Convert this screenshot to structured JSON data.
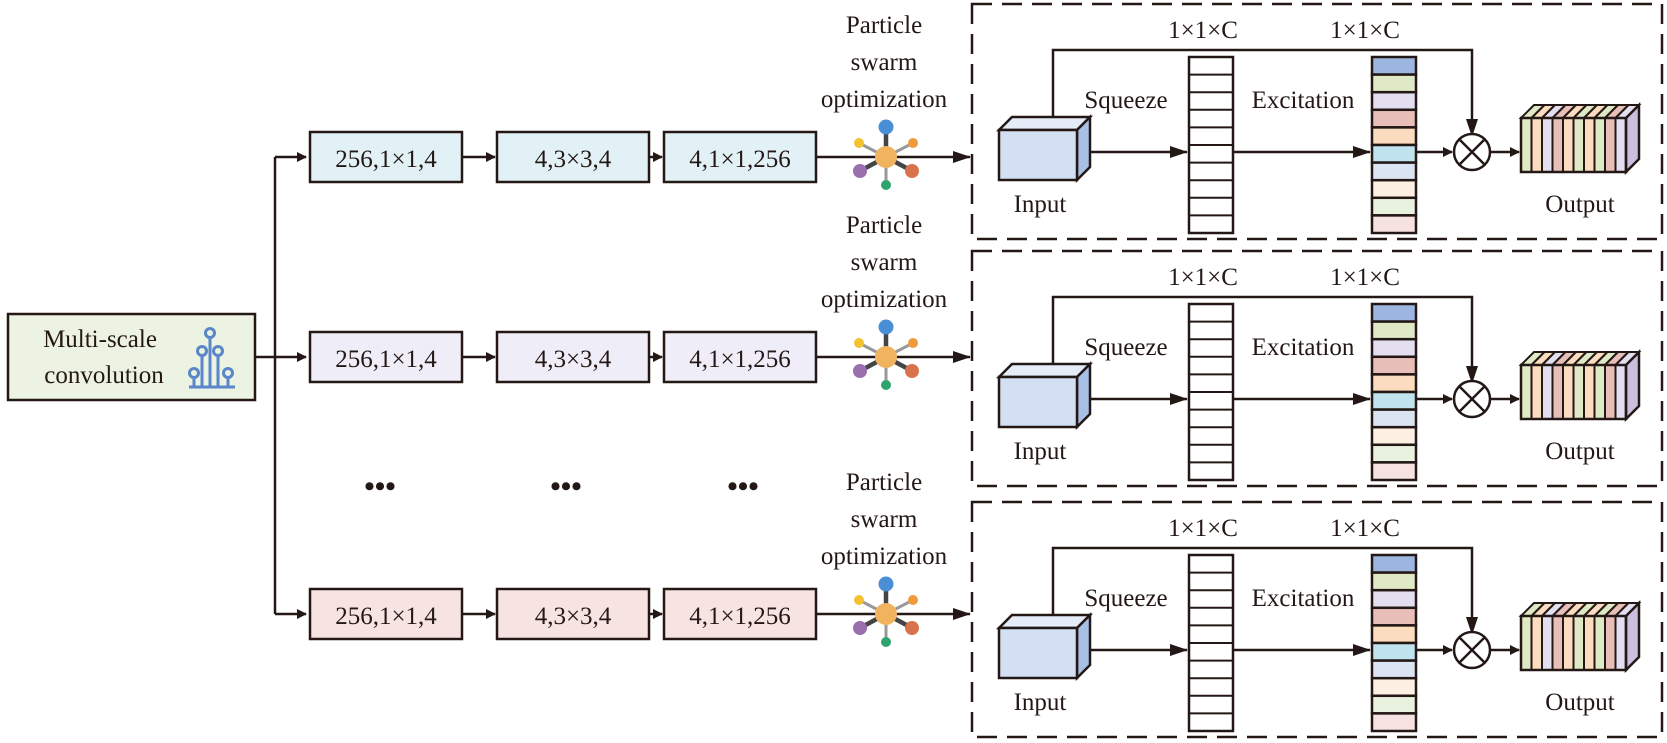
{
  "source": {
    "label_line1": "Multi-scale",
    "label_line2": "convolution",
    "icon": "circuit-nodes-icon",
    "fill": "#edf3e2"
  },
  "branches": [
    {
      "fill": "#e2f1f6",
      "layers": [
        "256,1×1,4",
        "4,3×3,4",
        "4,1×1,256"
      ],
      "pso_label": [
        "Particle",
        "swarm",
        "optimization"
      ]
    },
    {
      "fill": "#efedf7",
      "layers": [
        "256,1×1,4",
        "4,3×3,4",
        "4,1×1,256"
      ],
      "pso_label": [
        "Particle",
        "swarm",
        "optimization"
      ]
    },
    {
      "fill": "#f6e3e2",
      "layers": [
        "256,1×1,4",
        "4,3×3,4",
        "4,1×1,256"
      ],
      "pso_label": [
        "Particle",
        "swarm",
        "optimization"
      ]
    }
  ],
  "ellipsis": "•••",
  "se_block": {
    "input_label": "Input",
    "output_label": "Output",
    "squeeze_label": "Squeeze",
    "excitation_label": "Excitation",
    "squeeze_dim": "1×1×C",
    "excitation_dim": "1×1×C",
    "multiply_symbol": "⊗",
    "input_color": "#d3e0f3",
    "excitation_colors": [
      "#9db6e0",
      "#dfe9c6",
      "#e3def0",
      "#e8bfb8",
      "#fbdcbf",
      "#c0e3ef",
      "#dbe4f2",
      "#fdefe2",
      "#e9f1df",
      "#f6e2e0"
    ],
    "output_slice_colors": [
      "#dfe9c6",
      "#fbdcbf",
      "#e3def0",
      "#e8bfb8",
      "#fbdcbf",
      "#dfe9c6",
      "#fbdcbf",
      "#dfe9c6",
      "#e8bfb8",
      "#e3def0"
    ],
    "output_side_color": "#cbbfdf"
  },
  "pso_icon": {
    "name": "particle-swarm-icon",
    "center_color": "#f2b35e",
    "node_colors": [
      "#4a8fd6",
      "#f2c232",
      "#ef9a3c",
      "#9a6fb0",
      "#d9734d",
      "#2ea46d"
    ]
  }
}
